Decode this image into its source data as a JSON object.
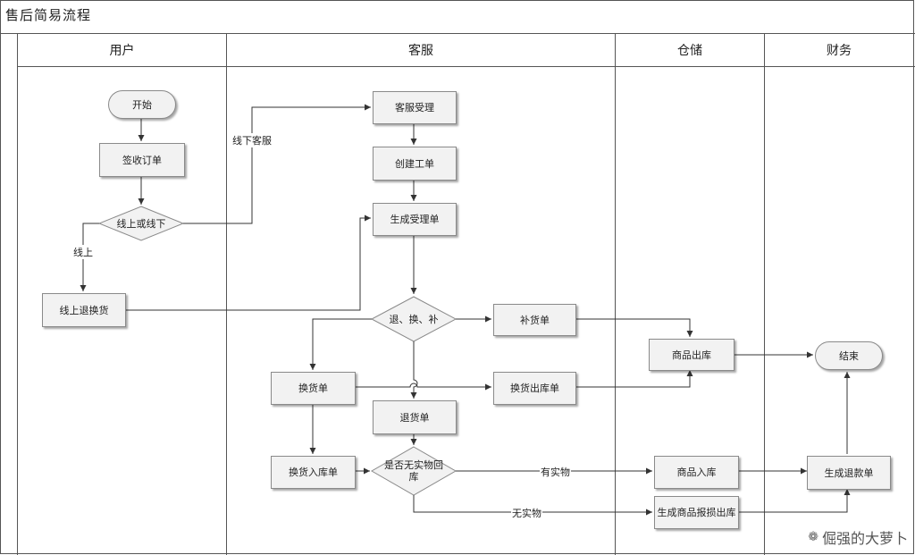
{
  "title": "售后简易流程",
  "lanes": [
    "用户",
    "客服",
    "仓储",
    "财务"
  ],
  "nodes": {
    "start": "开始",
    "sign_order": "签收订单",
    "online_offline": "线上或线下",
    "online_return": "线上退换货",
    "cs_accept": "客服受理",
    "create_ticket": "创建工单",
    "gen_accept_order": "生成受理单",
    "return_exchange_supplement": "退、换、补",
    "supplement_order": "补货单",
    "goods_out": "商品出库",
    "exchange_order": "换货单",
    "exchange_out_order": "换货出库单",
    "return_order": "退货单",
    "exchange_in_order": "换货入库单",
    "has_physical_return": "是否无实物回库",
    "goods_in": "商品入库",
    "gen_refund_order": "生成退款单",
    "gen_damage_out": "生成商品报损出库",
    "end": "结束"
  },
  "edge_labels": {
    "offline_cs": "线下客服",
    "online": "线上",
    "has_physical": "有实物",
    "no_physical": "无实物"
  },
  "watermark": "倔强的大萝卜",
  "colors": {
    "line": "#333333",
    "box_fill": "#f2f2f2",
    "box_border": "#8a8a8a",
    "frame": "#555555"
  }
}
